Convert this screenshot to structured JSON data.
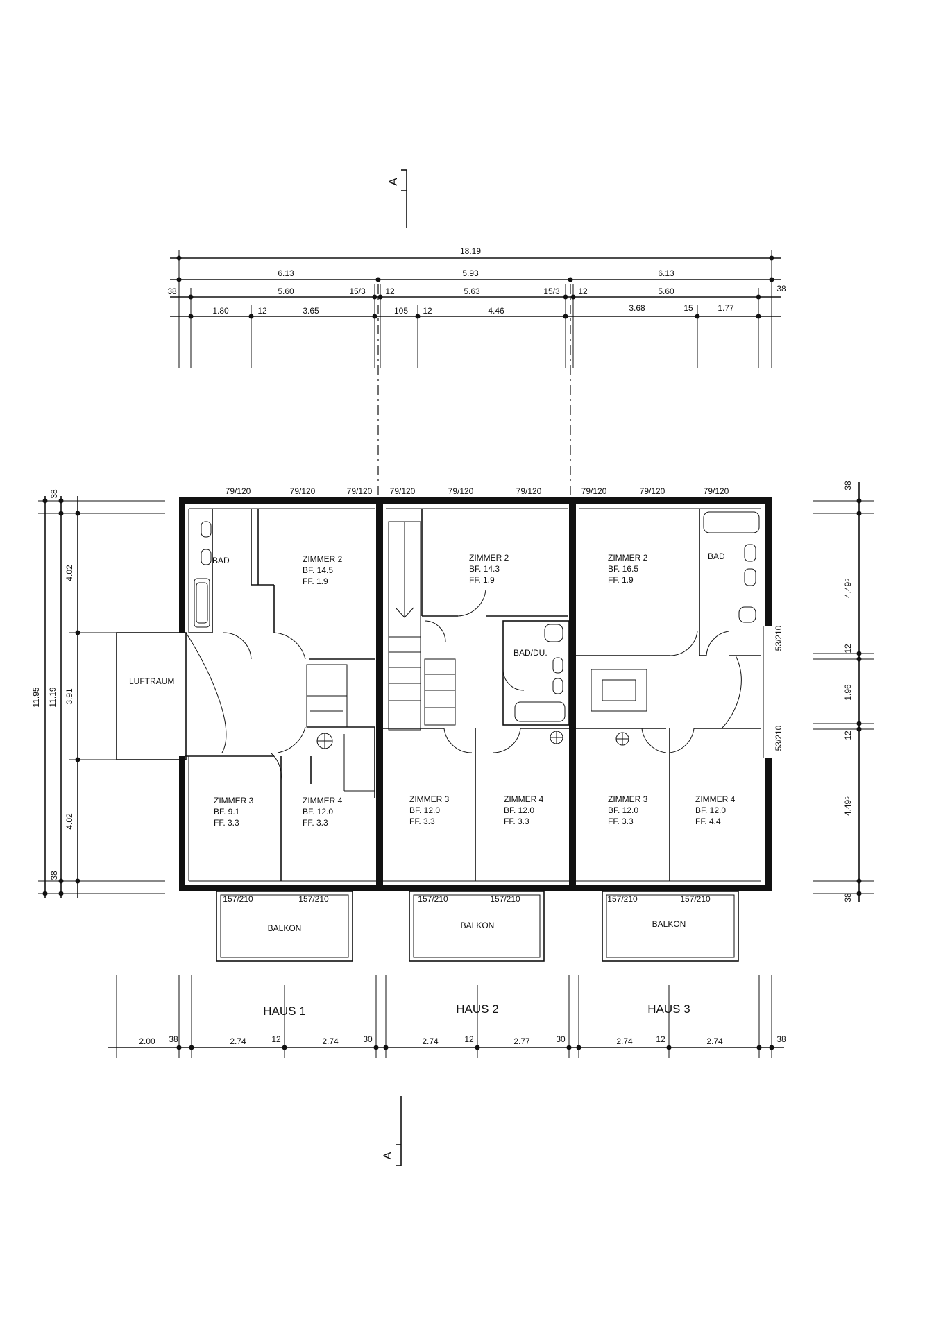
{
  "section_marks": [
    "A",
    "A"
  ],
  "top_dims": {
    "overall": "18.19",
    "row2": [
      "6.13",
      "5.93",
      "6.13"
    ],
    "row3": [
      "38",
      "5.60",
      "15/3",
      "12",
      "5.63",
      "15/3",
      "12",
      "5.60",
      "38"
    ],
    "row4": [
      "1.80",
      "12",
      "3.65",
      "105",
      "12",
      "4.46",
      "3.68",
      "15",
      "1.77"
    ]
  },
  "windows_top": [
    "79/120",
    "79/120",
    "79/120",
    "79/120",
    "79/120",
    "79/120",
    "79/120",
    "79/120",
    "79/120"
  ],
  "windows_bottom": [
    "157/210",
    "157/210",
    "157/210",
    "157/210",
    "157/210",
    "157/210"
  ],
  "side_windows": [
    "53/210",
    "53/210"
  ],
  "left_dims": {
    "overall": "11.95",
    "inner": "11.19",
    "segments": [
      "4.02",
      "3.91",
      "4.02"
    ],
    "wall_top": "38",
    "wall_bottom": "38"
  },
  "right_dims": [
    "38",
    "4.49⁵",
    "12",
    "1.96",
    "12",
    "4.49⁵",
    "38"
  ],
  "rooms": {
    "h1_z2": {
      "name": "ZIMMER 2",
      "bf": "BF. 14.5",
      "ff": "FF. 1.9"
    },
    "h1_bad": "BAD",
    "h1_luft": "LUFTRAUM",
    "h1_z3": {
      "name": "ZIMMER 3",
      "bf": "BF. 9.1",
      "ff": "FF. 3.3"
    },
    "h1_z4": {
      "name": "ZIMMER 4",
      "bf": "BF. 12.0",
      "ff": "FF. 3.3"
    },
    "h2_z2": {
      "name": "ZIMMER 2",
      "bf": "BF. 14.3",
      "ff": "FF. 1.9"
    },
    "h2_bad": "BAD/DU.",
    "h2_z3": {
      "name": "ZIMMER 3",
      "bf": "BF. 12.0",
      "ff": "FF. 3.3"
    },
    "h2_z4": {
      "name": "ZIMMER 4",
      "bf": "BF. 12.0",
      "ff": "FF. 3.3"
    },
    "h3_z2": {
      "name": "ZIMMER 2",
      "bf": "BF. 16.5",
      "ff": "FF. 1.9"
    },
    "h3_bad": "BAD",
    "h3_z3": {
      "name": "ZIMMER 3",
      "bf": "BF. 12.0",
      "ff": "FF. 3.3"
    },
    "h3_z4": {
      "name": "ZIMMER 4",
      "bf": "BF. 12.0",
      "ff": "FF. 4.4"
    }
  },
  "balcony_label": "BALKON",
  "houses": [
    "HAUS 1",
    "HAUS 2",
    "HAUS 3"
  ],
  "bottom_dims": [
    "2.00",
    "38",
    "2.74",
    "12",
    "2.74",
    "30",
    "2.74",
    "12",
    "2.77",
    "30",
    "2.74",
    "12",
    "2.74",
    "38"
  ]
}
